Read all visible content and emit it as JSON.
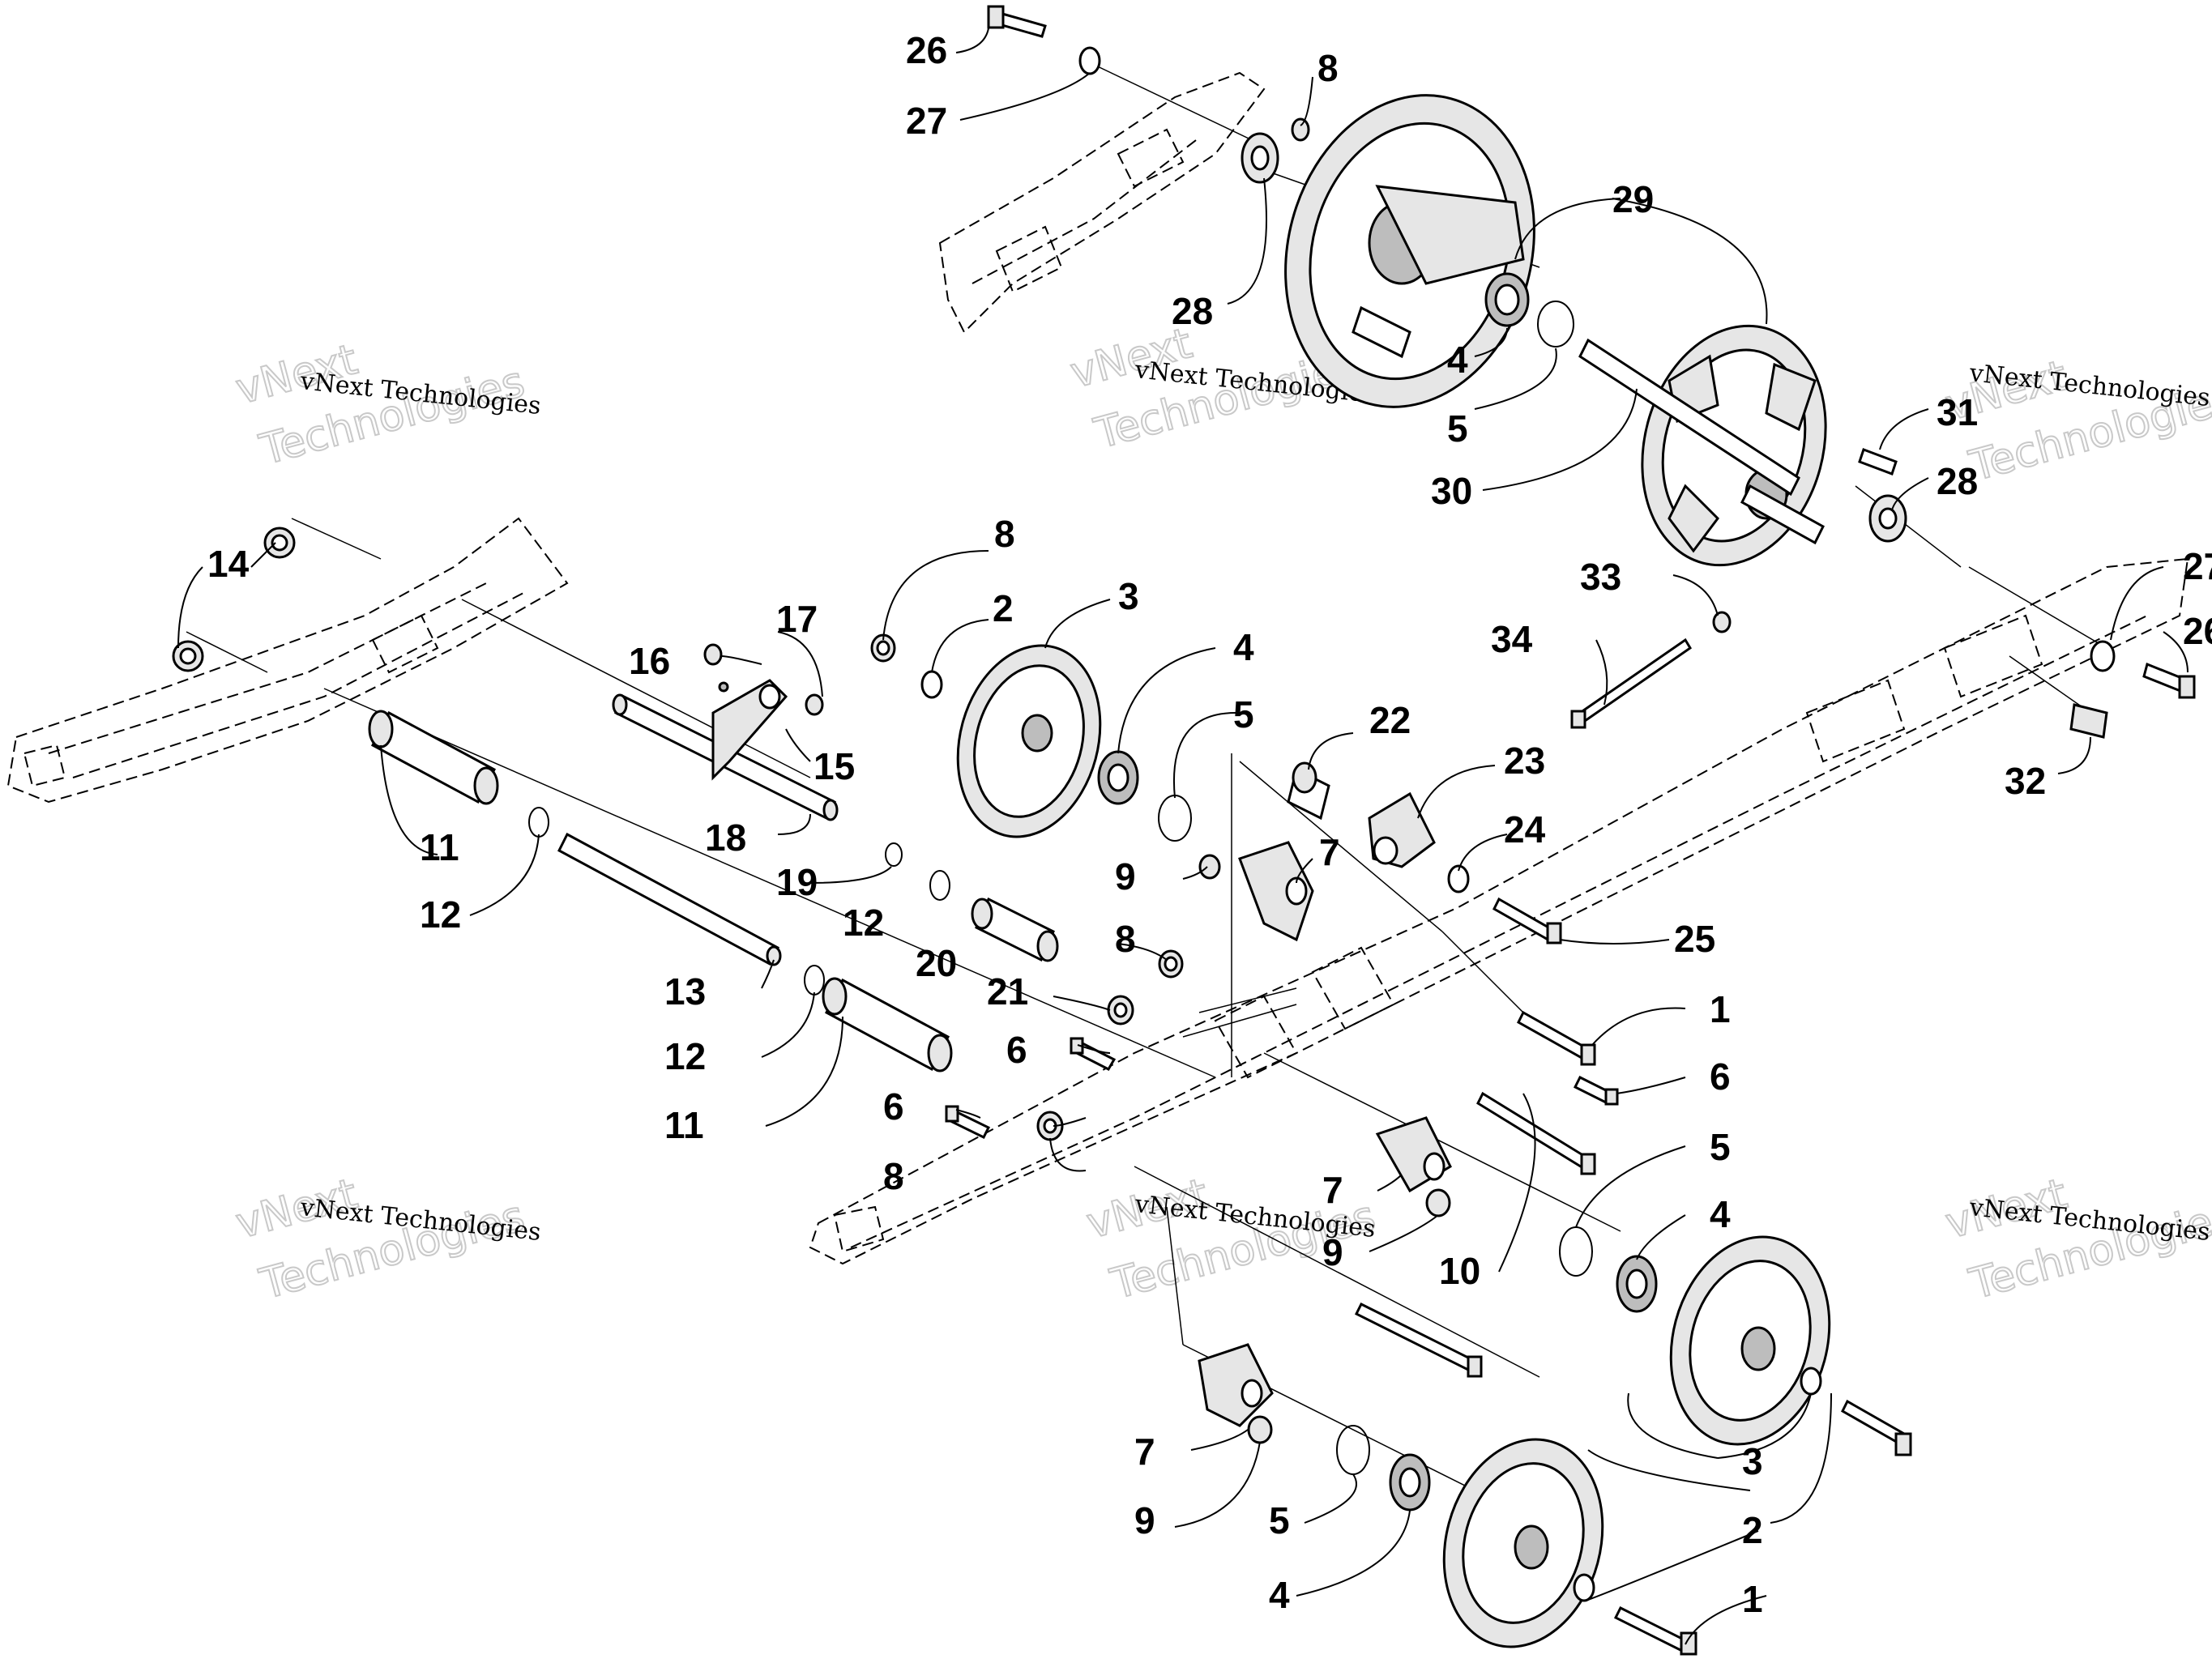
{
  "watermark": {
    "line1": "vNext",
    "line2": "vNext Technologies",
    "line3": "Technologies"
  },
  "callouts": [
    "1",
    "2",
    "3",
    "4",
    "5",
    "6",
    "7",
    "8",
    "9",
    "10",
    "11",
    "12",
    "13",
    "14",
    "15",
    "16",
    "17",
    "18",
    "19",
    "20",
    "21",
    "22",
    "23",
    "24",
    "25",
    "26",
    "27",
    "28",
    "29",
    "30",
    "31",
    "32",
    "33",
    "34"
  ]
}
